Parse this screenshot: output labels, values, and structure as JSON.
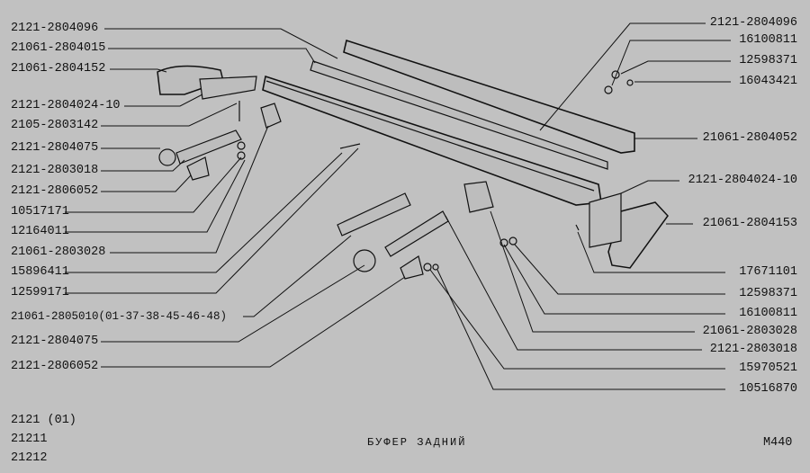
{
  "left_labels": [
    "2121-2804096",
    "21061-2804015",
    "21061-2804152",
    "2121-2804024-10",
    "2105-2803142",
    "2121-2804075",
    "2121-2803018",
    "2121-2806052",
    "10517171",
    "12164011",
    "21061-2803028",
    "15896411",
    "12599171",
    "21061-2805010(01-37-38-45-46-48)",
    "2121-2804075",
    "2121-2806052"
  ],
  "right_labels": [
    "2121-2804096",
    "16100811",
    "12598371",
    "16043421",
    "21061-2804052",
    "2121-2804024-10",
    "21061-2804153",
    "17671101",
    "12598371",
    "16100811",
    "21061-2803028",
    "2121-2803018",
    "15970521",
    "10516870"
  ],
  "models": [
    "2121 (01)",
    "21211",
    "21212"
  ],
  "title": "БУФЕР ЗАДНИЙ",
  "page_code": "M440"
}
